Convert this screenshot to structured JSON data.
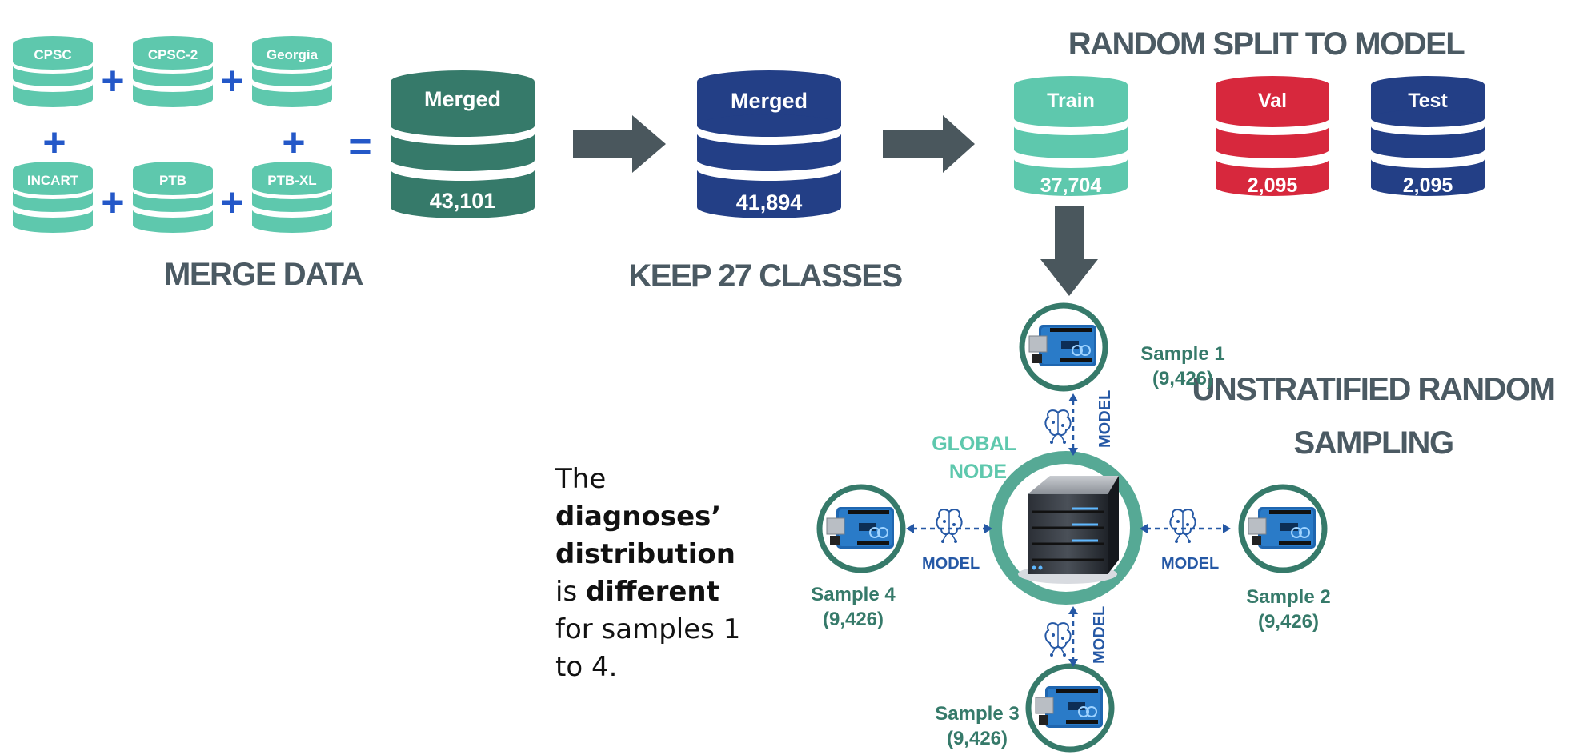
{
  "colors": {
    "teal": "#5ec8ad",
    "dark_teal": "#367a6a",
    "navy": "#233f86",
    "red": "#d7283d",
    "gray_arrow": "#4a575d",
    "plus_blue": "#2458c8",
    "ring_teal": "#56a995",
    "heading_gray": "#4b5a63",
    "model_blue": "#2558a5"
  },
  "sources": {
    "cpsc": "CPSC",
    "cpsc2": "CPSC-2",
    "georgia": "Georgia",
    "incart": "INCART",
    "ptb": "PTB",
    "ptbxl": "PTB-XL"
  },
  "operators": {
    "plus": "+",
    "equals": "="
  },
  "merged_all": {
    "label": "Merged",
    "count": "43,101"
  },
  "merged_filtered": {
    "label": "Merged",
    "count": "41,894"
  },
  "headings": {
    "merge": "MERGE DATA",
    "keep": "KEEP 27 CLASSES",
    "split": "RANDOM SPLIT TO MODEL",
    "sampling_line1": "UNSTRATIFIED RANDOM",
    "sampling_line2": "SAMPLING"
  },
  "split": {
    "train": {
      "label": "Train",
      "count": "37,704"
    },
    "val": {
      "label": "Val",
      "count": "2,095"
    },
    "test": {
      "label": "Test",
      "count": "2,095"
    }
  },
  "global_node": {
    "line1": "GLOBAL",
    "line2": "NODE"
  },
  "model_label": "MODEL",
  "samples": {
    "s1": {
      "name": "Sample 1",
      "count": "(9,426)"
    },
    "s2": {
      "name": "Sample 2",
      "count": "(9,426)"
    },
    "s3": {
      "name": "Sample 3",
      "count": "(9,426)"
    },
    "s4": {
      "name": "Sample 4",
      "count": "(9,426)"
    }
  },
  "note": {
    "p1": "The ",
    "b1": "diagnoses’ distribution",
    "p2": " is ",
    "b2": "different",
    "p3": " for samples 1 to 4."
  }
}
